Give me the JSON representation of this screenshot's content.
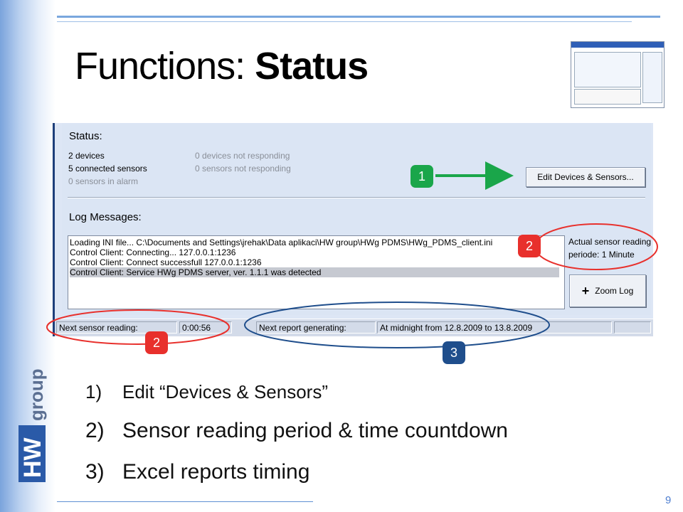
{
  "slide": {
    "title_prefix": "Functions: ",
    "title_bold": "Status",
    "page_number": "9",
    "logo_text": "HWgroup"
  },
  "status": {
    "heading": "Status:",
    "left_items": [
      "2 devices",
      "5 connected sensors",
      "0 sensors in alarm"
    ],
    "right_items": [
      "0 devices not responding",
      "0 sensors not responding"
    ],
    "edit_button": "Edit Devices & Sensors...",
    "edit_button_underline": "E"
  },
  "log": {
    "heading": "Log Messages:",
    "lines": [
      "Loading INI file... C:\\Documents and Settings\\jrehak\\Data aplikaci\\HW group\\HWg PDMS\\HWg_PDMS_client.ini",
      "Control Client: Connecting... 127.0.0.1:1236",
      "Control Client: Connect successfull 127.0.0.1:1236",
      "Control Client: Service HWg PDMS server, ver. 1.1.1 was detected"
    ],
    "selected_index": 3,
    "reading_label_1": "Actual sensor reading",
    "reading_label_2": "periode: 1 Minute",
    "zoom_button": "Zoom Log",
    "zoom_icon": "plus-icon"
  },
  "statusbar": {
    "next_reading_label": "Next sensor reading:",
    "next_reading_value": "0:00:56",
    "next_report_label": "Next report generating:",
    "next_report_value": "At midnight from 12.8.2009 to 13.8.2009"
  },
  "callouts": {
    "badge1": "1",
    "badge2a": "2",
    "badge2b": "2",
    "badge3": "3",
    "green": "#1aa64a",
    "red": "#e8302c",
    "blue": "#1f4e8c"
  },
  "bullets": [
    {
      "num": "1)",
      "text": "Edit “Devices & Sensors”"
    },
    {
      "num": "2)",
      "text": "Sensor reading period & time countdown"
    },
    {
      "num": "3)",
      "text": "Excel reports timing"
    }
  ]
}
